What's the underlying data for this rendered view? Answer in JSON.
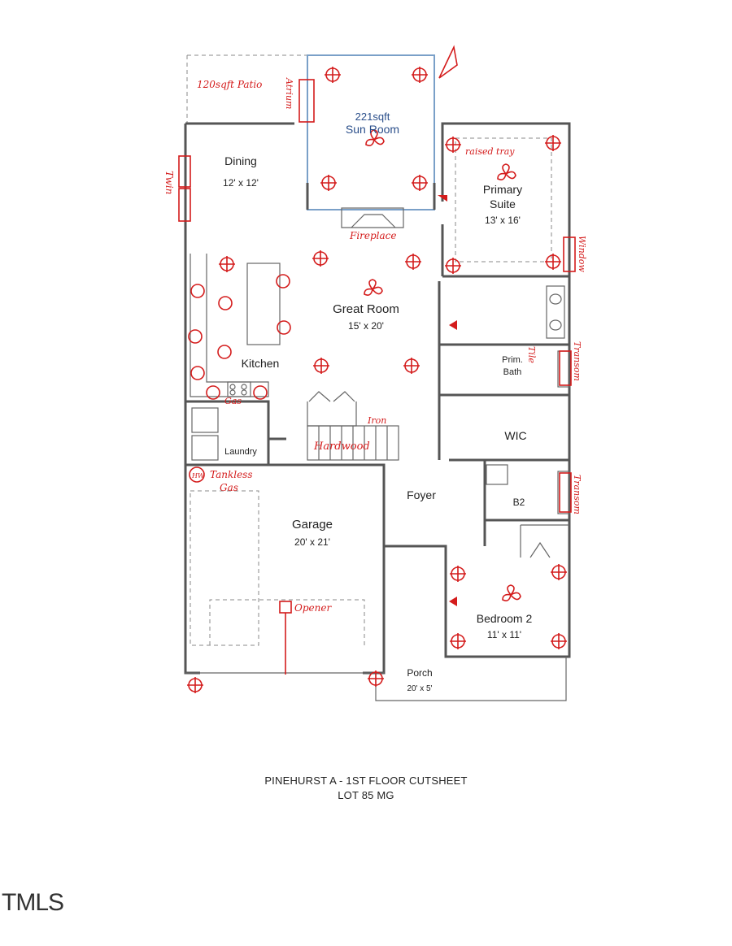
{
  "rooms": {
    "patio": "120sqft Patio",
    "sunroom_area": "221sqft",
    "sunroom": "Sun Room",
    "dining": "Dining",
    "dining_size": "12' x 12'",
    "primary_suite_1": "Primary",
    "primary_suite_2": "Suite",
    "primary_suite_size": "13' x 16'",
    "great_room": "Great Room",
    "great_room_size": "15' x 20'",
    "kitchen": "Kitchen",
    "prim_bath_1": "Prim.",
    "prim_bath_2": "Bath",
    "wic": "WIC",
    "laundry": "Laundry",
    "foyer": "Foyer",
    "b2": "B2",
    "garage": "Garage",
    "garage_size": "20' x 21'",
    "bedroom2": "Bedroom 2",
    "bedroom2_size": "11' x 11'",
    "porch": "Porch",
    "porch_size": "20' x 5'"
  },
  "annotations": {
    "atrium": "Atrium",
    "twin": "Twin",
    "raised_tray": "raised tray",
    "window": "Window",
    "fireplace": "Fireplace",
    "tile": "Tile",
    "transom_1": "Transom",
    "transom_2": "Transom",
    "gas": "Gas",
    "iron": "Iron",
    "hardwood": "Hardwood",
    "hw": "HW",
    "tankless": "Tankless",
    "tankless_gas": "Gas",
    "opener": "Opener"
  },
  "footer": {
    "title": "PINEHURST A - 1ST FLOOR CUTSHEET",
    "lot": "LOT 85 MG"
  },
  "watermark": "TMLS",
  "colors": {
    "markup": "#d41c1c",
    "walls": "#555555",
    "sunroom_label": "#2a4e8a"
  }
}
